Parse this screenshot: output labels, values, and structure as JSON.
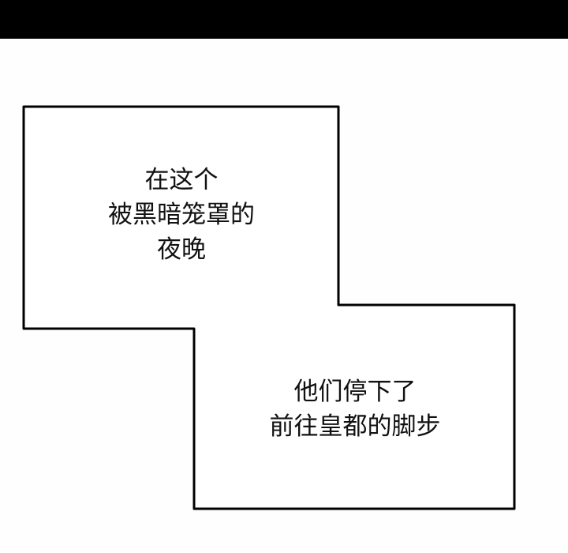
{
  "panel": {
    "top_bar_color": "#000000",
    "background_color": "#ffffff",
    "frame_color": "#000000"
  },
  "captions": [
    {
      "lines": [
        "在这个",
        "被黑暗笼罩的",
        "夜晚"
      ]
    },
    {
      "lines": [
        "他们停下了",
        "前往皇都的脚步"
      ]
    }
  ]
}
